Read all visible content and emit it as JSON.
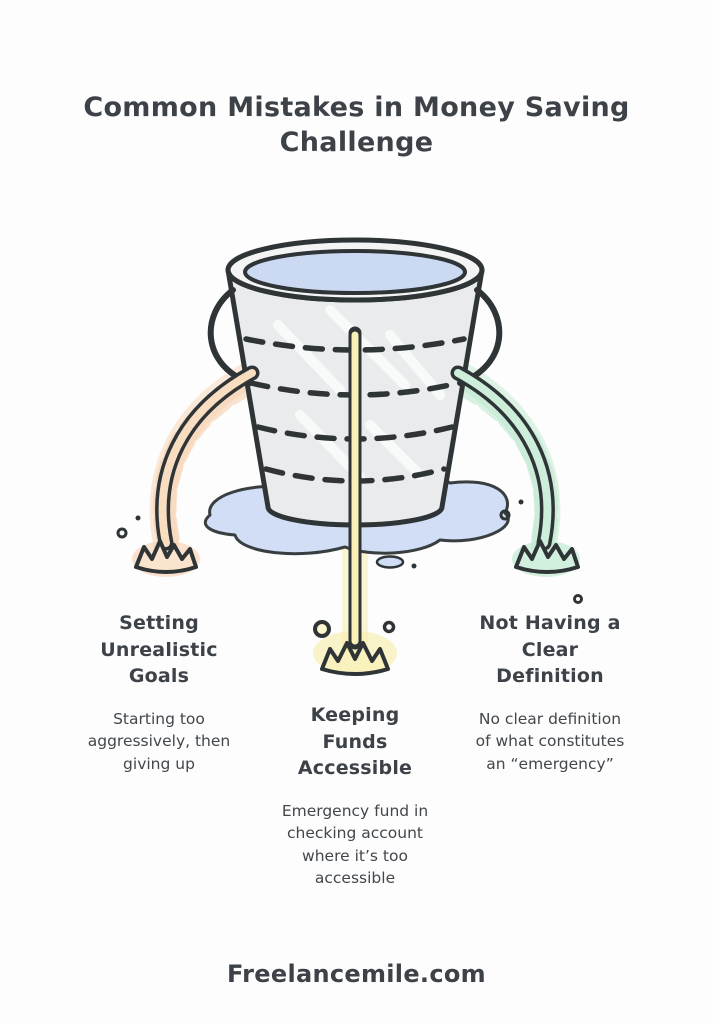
{
  "title": "Common Mistakes in Money Saving\nChallenge",
  "mistakes": [
    {
      "heading": "Setting\nUnrealistic\nGoals",
      "description": "Starting too\naggressively, then\ngiving up"
    },
    {
      "heading": "Keeping\nFunds\nAccessible",
      "description": "Emergency fund in\nchecking account\nwhere it’s too\naccessible"
    },
    {
      "heading": "Not Having a\nClear\nDefinition",
      "description": "No clear definition\nof what constitutes\nan “emergency”"
    }
  ],
  "footer": "Freelancemile.com",
  "illustration": {
    "name": "leaking-bucket",
    "description_semantic": "bucket-of-water-with-three-leaks"
  },
  "colors": {
    "text": "#3d4248",
    "outline": "#2f3437",
    "bucket_gray": "#eaebec",
    "water_blue": "#ccd9f2",
    "puddle_blue": "#cfddf6",
    "leak_orange": "#f9ddc0",
    "leak_yellow": "#f8f0b6",
    "leak_green": "#cdeeda",
    "background": "#fdfdfd"
  }
}
